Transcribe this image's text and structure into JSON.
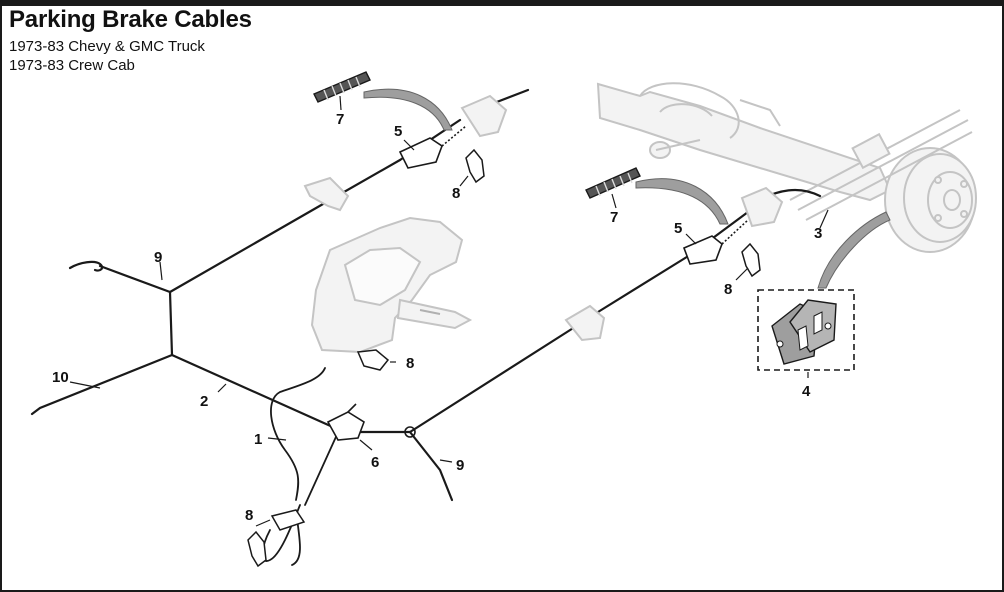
{
  "title": "Parking Brake Cables",
  "subtitles": [
    "1973-83  Chevy & GMC Truck",
    "1973-83  Crew Cab"
  ],
  "callouts": {
    "c1": "1",
    "c2": "2",
    "c3": "3",
    "c4": "4",
    "c5a": "5",
    "c5b": "5",
    "c6": "6",
    "c7a": "7",
    "c7b": "7",
    "c8a": "8",
    "c8b": "8",
    "c8c": "8",
    "c8d": "8",
    "c9a": "9",
    "c9b": "9",
    "c10": "10"
  }
}
